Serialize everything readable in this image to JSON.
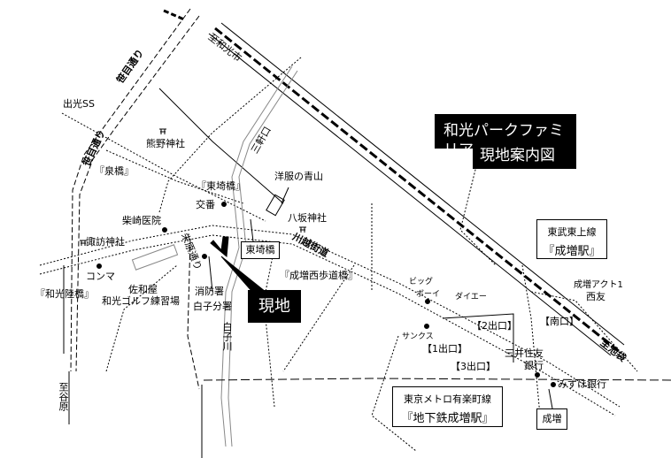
{
  "title": {
    "line1": "和光パークファミリア",
    "line2": "現地案内図"
  },
  "site_marker": "現地",
  "directions": {
    "to_wako": "至和光市",
    "to_ikebukuro": "至池袋",
    "to_yahara": "至谷原"
  },
  "roads": {
    "left_road_upper": "笹目通り",
    "left_road_lower": "笹目通り",
    "kawagoe_kaido": "川越街道",
    "akehara": "朱原通り",
    "sangenguchi": "三軒口",
    "shirako_river": "白子川"
  },
  "landmarks": {
    "idemitsu": "出光SS",
    "kumano": "熊野神社",
    "izumi_bridge": "『泉橋』",
    "higashizaki_bridge": "『東埼橋』",
    "koban": "交番",
    "shibasaki": "柴崎医院",
    "suwa": "諏訪神社",
    "konma": "コンマ",
    "wako_bridge": "『和光陸橋』",
    "sawaya": "佐和屋",
    "golf": "和光ゴルフ練習場",
    "fire1": "消防署",
    "fire2": "白子分署",
    "aoyama": "洋服の青山",
    "yasaka": "八坂神社",
    "higashizaki_box": "東埼橋",
    "narimasu_nishi": "『成増西歩道橋』",
    "bigboy1": "ビッグ",
    "bigboy2": "ボーイ",
    "daiei": "ダイエー",
    "sunkus": "サンクス",
    "exit2": "【2出口】",
    "exit1": "【1出口】",
    "exit3": "【3出口】",
    "smbc1": "三井住友",
    "smbc2": "銀行",
    "mizuho": "みずほ銀行",
    "south_exit": "【南口】",
    "act1": "成増アクト1",
    "seiyu": "西友"
  },
  "stations": {
    "tobu_line": "東武東上線",
    "tobu_station": "『成増駅』",
    "metro_line": "東京メトロ有楽町線",
    "metro_station": "『地下鉄成増駅』",
    "narimasu": "成増"
  }
}
